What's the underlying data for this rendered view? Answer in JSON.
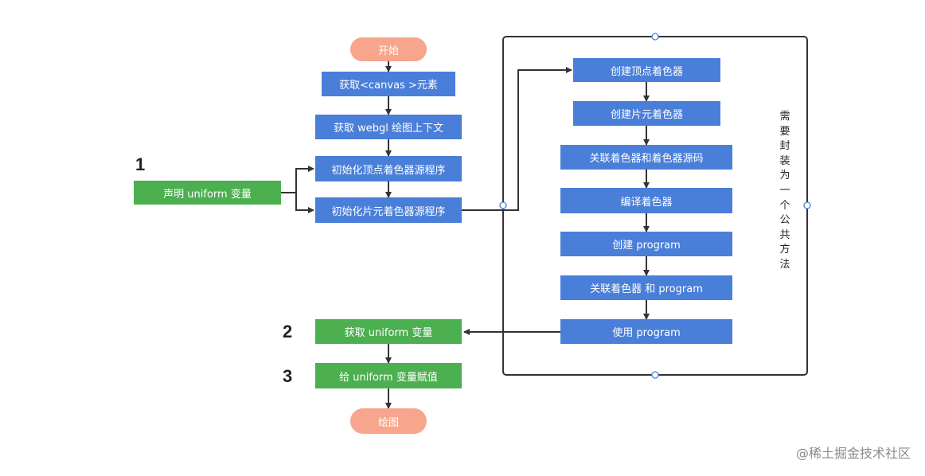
{
  "flow": {
    "start": "开始",
    "get_canvas": "获取<canvas >元素",
    "get_webgl": "获取 webgl 绘图上下文",
    "init_vertex": "初始化顶点着色器源程序",
    "init_fragment": "初始化片元着色器源程序",
    "get_uniform": "获取 uniform 变量",
    "assign_uniform": "给 uniform 变量赋值",
    "draw": "绘图"
  },
  "declare_uniform": "声明 uniform 变量",
  "step_numbers": {
    "one": "1",
    "two": "2",
    "three": "3"
  },
  "shader_steps": {
    "create_vertex": "创建顶点着色器",
    "create_fragment": "创建片元着色器",
    "link_source": "关联着色器和着色器源码",
    "compile": "编译着色器",
    "create_program": "创建 program",
    "attach_program": "关联着色器 和 program",
    "use_program": "使用 program"
  },
  "container_note": "需要封装为一个公共方法",
  "watermark": "@稀土掘金技术社区",
  "colors": {
    "blue": "#4a7fd9",
    "green": "#4caf50",
    "terminal": "#f7a58c"
  }
}
